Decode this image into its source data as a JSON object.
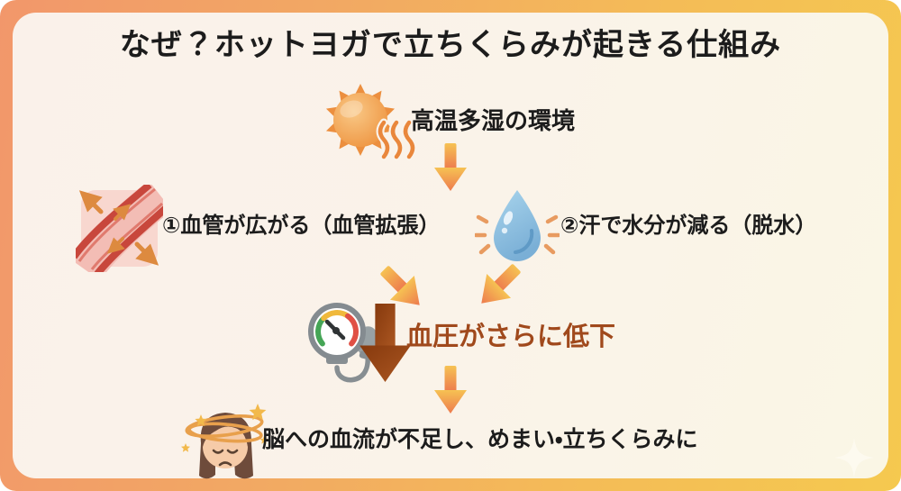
{
  "title": "なぜ？ホットヨガで立ちくらみが起きる仕組み",
  "flow": {
    "cause": {
      "label": "高温多湿の環境",
      "icon": "sun-icon"
    },
    "branch_left": {
      "label": "①血管が広がる（血管拡張）",
      "icon": "blood-vessel-icon"
    },
    "branch_right": {
      "label": "②汗で水分が減る（脱水）",
      "icon": "water-drop-icon"
    },
    "result": {
      "label": "血圧がさらに低下",
      "icon": "blood-pressure-gauge-icon",
      "color": "#A0491C"
    },
    "outcome": {
      "label": "脳への血流が不足し、めまい・立ちくらみに",
      "icon": "dizzy-face-icon"
    }
  },
  "icons": [
    "sun-icon",
    "blood-vessel-icon",
    "water-drop-icon",
    "blood-pressure-gauge-icon",
    "dizzy-face-icon",
    "down-arrow-icon",
    "diagonal-arrow-icon",
    "brown-down-arrow-icon",
    "sparkle-icon"
  ],
  "colors": {
    "frame_gradient_left": "#F2976B",
    "frame_gradient_right": "#F5C94F",
    "card_background": "#FAF3E9",
    "title_text": "#121212",
    "body_text": "#1C1C1C",
    "result_text": "#A0491C",
    "arrow_orange_top": "#F6C253",
    "arrow_orange_bottom": "#ED7A4E",
    "arrow_brown": "#9A4516"
  }
}
